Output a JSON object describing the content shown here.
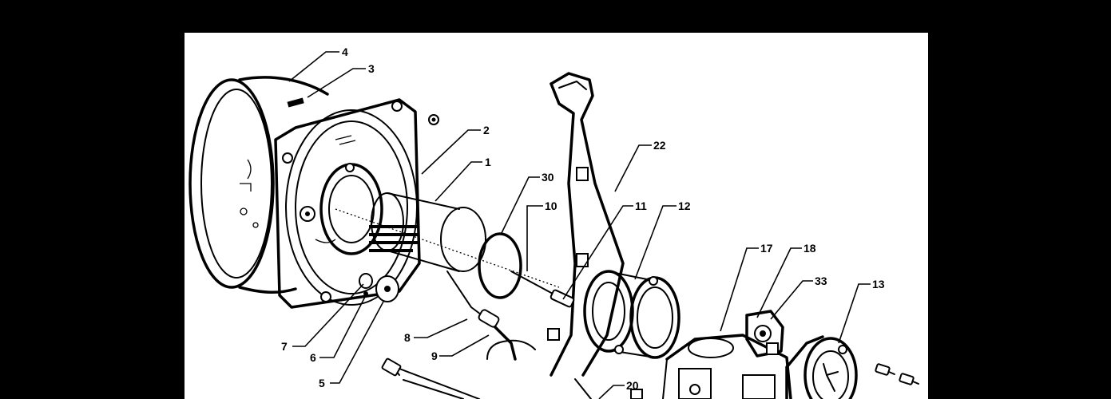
{
  "diagram": {
    "callouts": {
      "c1": "1",
      "c2": "2",
      "c3": "3",
      "c4": "4",
      "c5": "5",
      "c6": "6",
      "c7": "7",
      "c8": "8",
      "c9": "9",
      "c10": "10",
      "c11": "11",
      "c12": "12",
      "c13": "13",
      "c17": "17",
      "c18": "18",
      "c20": "20",
      "c22": "22",
      "c30": "30",
      "c33": "33"
    }
  }
}
